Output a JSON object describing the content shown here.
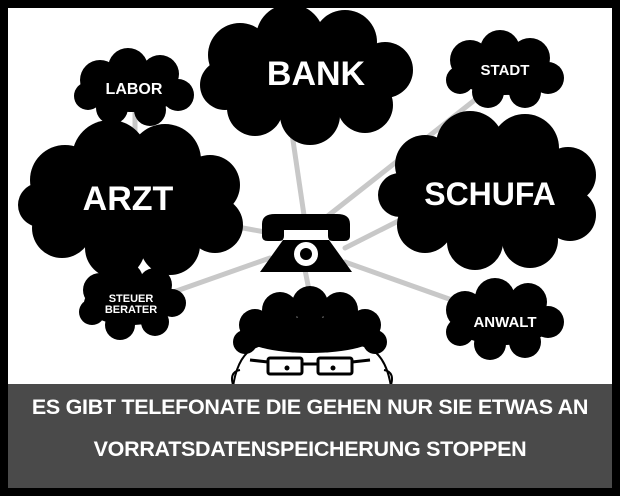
{
  "colors": {
    "frame": "#000000",
    "panel": "#ffffff",
    "cloud": "#000000",
    "line": "#c8c8c8",
    "banner": "#4a4a4a",
    "text": "#ffffff"
  },
  "clouds": {
    "bank": "BANK",
    "labor": "LABOR",
    "stadt": "STADT",
    "arzt": "ARZT",
    "schufa": "SCHUFA",
    "steuer_line1": "STEUER",
    "steuer_line2": "BERATER",
    "anwalt": "ANWALT"
  },
  "icons": {
    "center": "telephone-icon",
    "person": "person-with-glasses-icon"
  },
  "banner": {
    "line1": "ES GIBT TELEFONATE DIE GEHEN NUR SIE ETWAS AN",
    "line2": "VORRATSDATENSPEICHERUNG STOPPEN"
  }
}
